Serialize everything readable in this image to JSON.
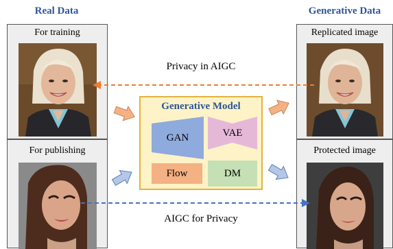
{
  "headers": {
    "left": "Real Data",
    "right": "Generative Data"
  },
  "panels": {
    "training": "For training",
    "publishing": "For publishing",
    "replicated": "Replicated  image",
    "protected": "Protected image"
  },
  "model": {
    "title": "Generative Model",
    "gan": "GAN",
    "vae": "VAE",
    "flow": "Flow",
    "dm": "DM"
  },
  "arrows": {
    "top": "Privacy in AIGC",
    "bottom": "AIGC for Privacy"
  },
  "colors": {
    "heading_blue": "#2e5597",
    "gan": "#8faadc",
    "vae": "#e6b8d8",
    "flow": "#f4b183",
    "dm": "#c5e0b4",
    "model_bg": "#fdf3c7",
    "model_border": "#e3b23c",
    "arrow_orange": "#ed7d31",
    "arrow_blue": "#4472c4"
  }
}
